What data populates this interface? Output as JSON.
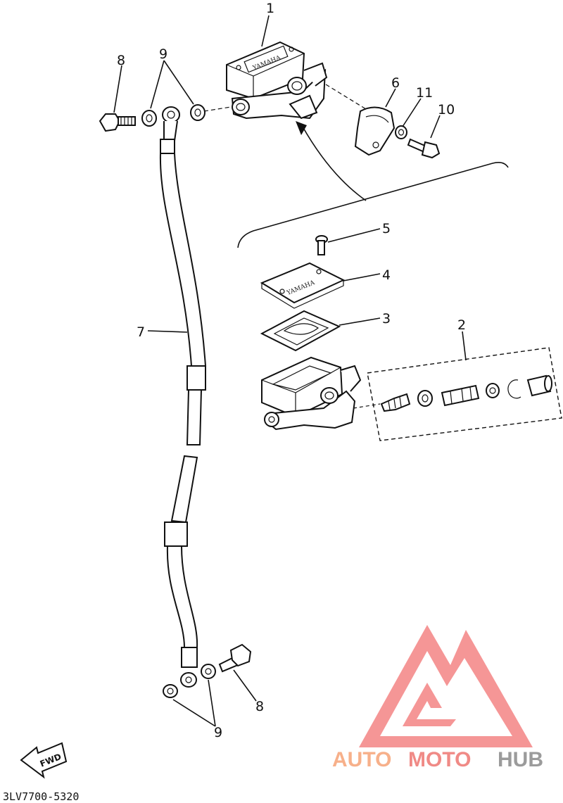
{
  "diagram": {
    "callouts": {
      "c1": "1",
      "c2": "2",
      "c3": "3",
      "c4": "4",
      "c5": "5",
      "c6": "6",
      "c7": "7",
      "c8_top": "8",
      "c8_bottom": "8",
      "c9_top": "9",
      "c9_bottom": "9",
      "c10": "10",
      "c11": "11"
    },
    "part_code": "3LV7700-5320",
    "fwd_label": "FWD",
    "reservoir_brand": "YAMAHA",
    "cover_brand": "YAMAHA"
  },
  "watermark": {
    "part1": "AUTO",
    "part2": "MOTO",
    "part3": "HUB",
    "colors": {
      "auto": "#f7b08a",
      "moto": "#f08a86",
      "hub": "#9b9b9b",
      "triangle": "#f37e7e"
    }
  }
}
